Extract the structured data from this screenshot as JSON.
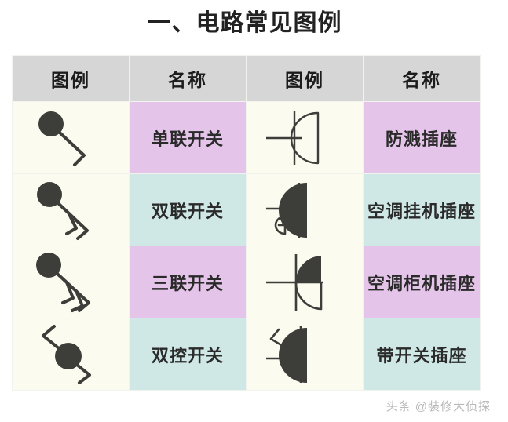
{
  "page": {
    "title": "一、电路常见图例",
    "watermark": "头条 @装修大侦探",
    "background_color": "#ffffff"
  },
  "table": {
    "headers": [
      {
        "label": "图例"
      },
      {
        "label": "名称"
      },
      {
        "label": "图例"
      },
      {
        "label": "名称"
      }
    ],
    "header_background": "#d6d6d6",
    "symbol_cell_background": "#fbfbf0",
    "tint_purple": "#e4c4e8",
    "tint_cyan": "#cfe8e6",
    "stroke_color": "#3d3d3a",
    "rows": [
      {
        "left": {
          "symbol": "single-pole-switch-symbol",
          "name": "单联开关",
          "tint": "purple"
        },
        "right": {
          "symbol": "splashproof-socket-symbol",
          "name": "防溅插座",
          "tint": "purple"
        }
      },
      {
        "left": {
          "symbol": "double-pole-switch-symbol",
          "name": "双联开关",
          "tint": "cyan"
        },
        "right": {
          "symbol": "ac-wall-unit-socket-symbol",
          "name": "空调挂机插座",
          "tint": "cyan"
        }
      },
      {
        "left": {
          "symbol": "triple-pole-switch-symbol",
          "name": "三联开关",
          "tint": "purple"
        },
        "right": {
          "symbol": "ac-floor-unit-socket-symbol",
          "name": "空调柜机插座",
          "tint": "purple"
        }
      },
      {
        "left": {
          "symbol": "two-way-switch-symbol",
          "name": "双控开关",
          "tint": "cyan"
        },
        "right": {
          "symbol": "switched-socket-symbol",
          "name": "带开关插座",
          "tint": "cyan"
        }
      }
    ]
  }
}
